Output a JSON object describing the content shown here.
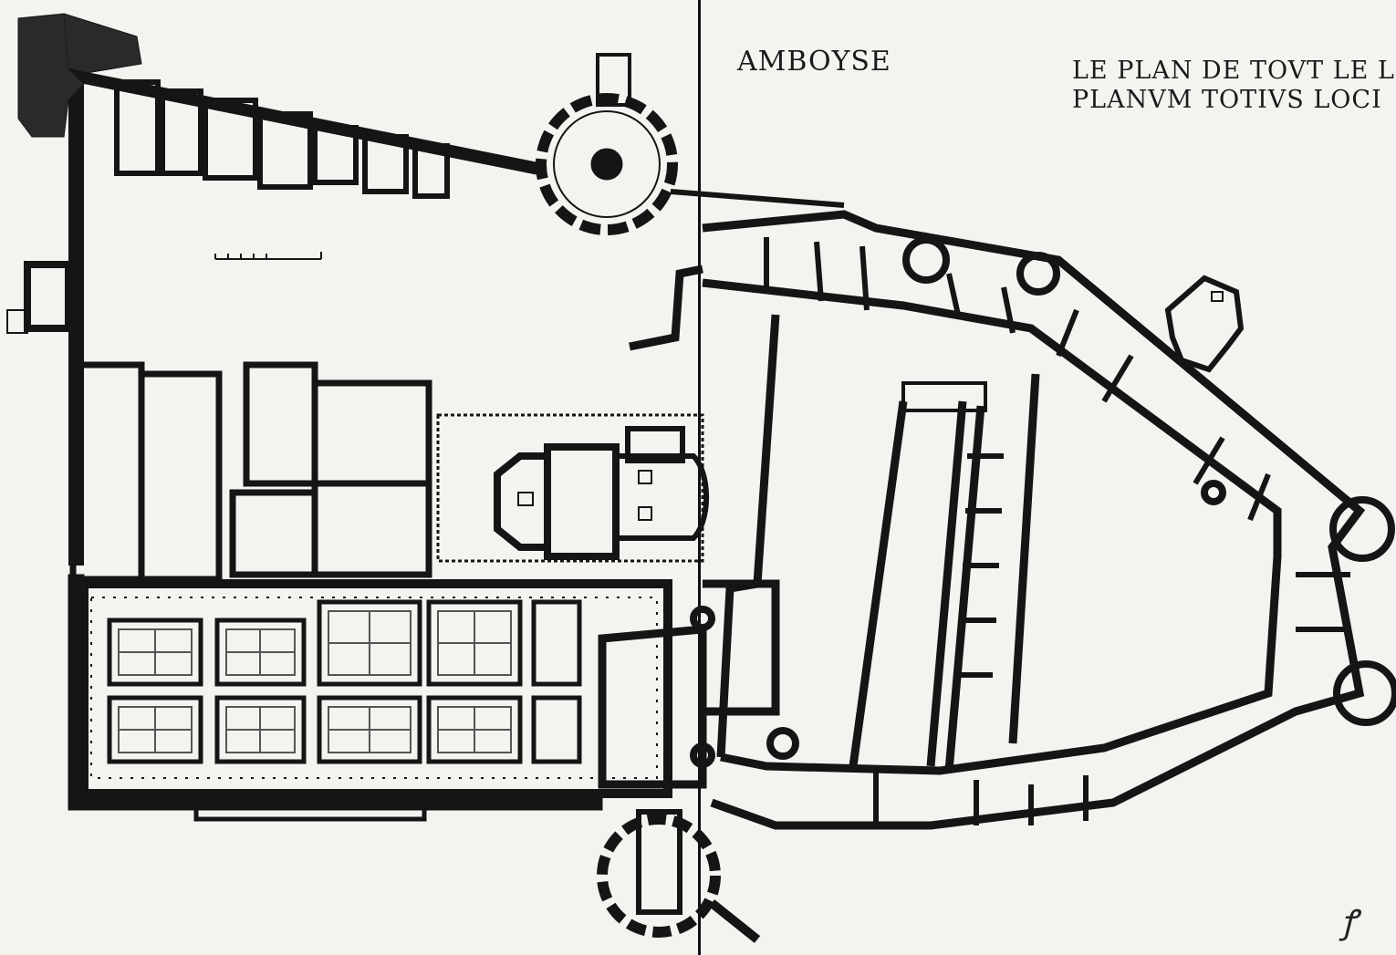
{
  "map": {
    "place_title": "AMBOYSE",
    "title_french": "LE PLAN DE TOVT LE LIEV",
    "title_latin": "PLANVM TOTIVS LOCI",
    "artist_mark": "ꝭ",
    "colors": {
      "paper": "#f4f3f0",
      "ink": "#151515",
      "hatch": "#555555"
    },
    "features": [
      "ramparts",
      "round-tower",
      "parterre-garden",
      "chapel",
      "main-logis",
      "courtyard",
      "scale-bar"
    ]
  }
}
